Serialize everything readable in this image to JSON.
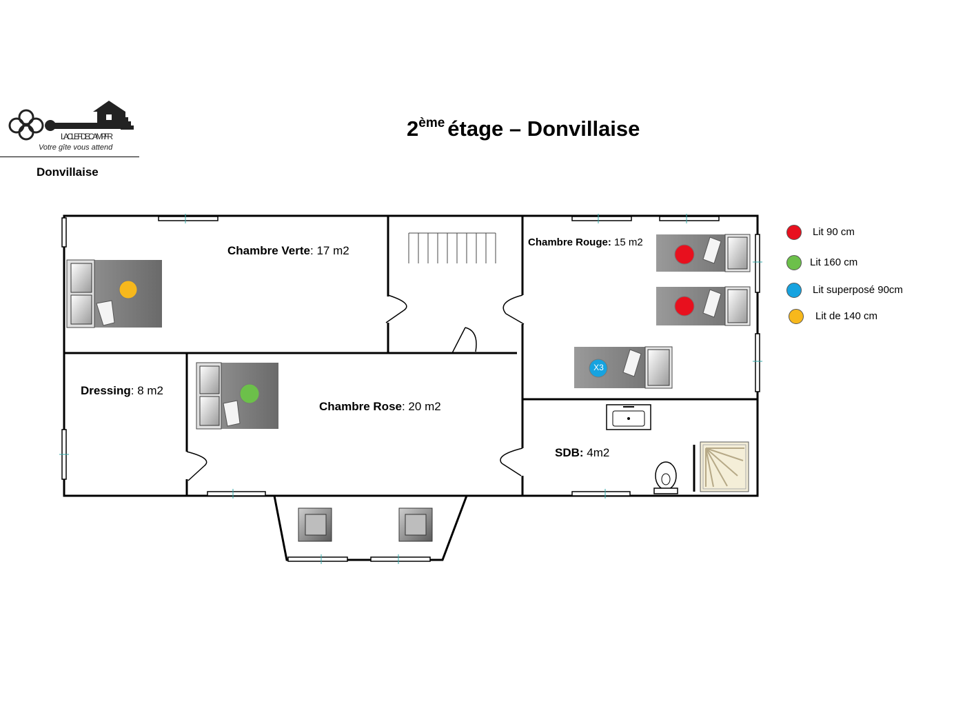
{
  "logo": {
    "brand_text": "LACLEFDECAMP.FR",
    "tagline": "Votre gîte vous attend",
    "icon": "key-house-logo"
  },
  "header": {
    "caption": "Donvillaise",
    "title_number": "2",
    "title_suffix": "ème",
    "title_rest": "étage – Donvillaise"
  },
  "rooms": {
    "verte": {
      "name": "Chambre Verte",
      "area": ": 17 m2"
    },
    "rouge": {
      "name": "Chambre Rouge:",
      "area": " 15 m2"
    },
    "dressing": {
      "name": "Dressing",
      "area": ": 8 m2"
    },
    "rose": {
      "name": "Chambre Rose",
      "area": ": 20 m2"
    },
    "sdb": {
      "name": "SDB:",
      "area": " 4m2"
    }
  },
  "bunk_count": "X3",
  "legend": [
    {
      "label": "Lit 90 cm",
      "color": "#e8101e"
    },
    {
      "label": "Lit 160 cm",
      "color": "#6cc04a"
    },
    {
      "label": "Lit superposé 90cm",
      "color": "#16a3e0"
    },
    {
      "label": "Lit de 140 cm",
      "color": "#f7b81c"
    }
  ],
  "colors": {
    "wall": "#000000",
    "bed": "#7a7a7a",
    "pillow": "#f2f2f2"
  }
}
